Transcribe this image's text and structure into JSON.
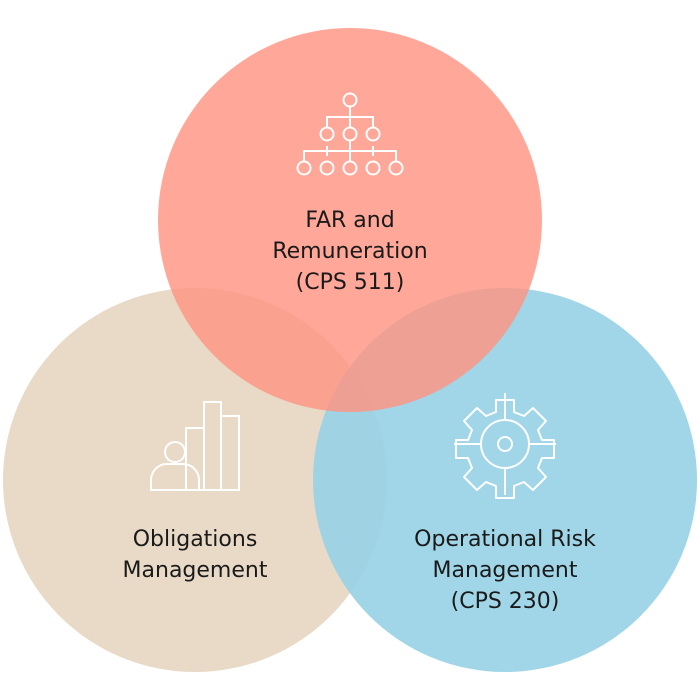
{
  "circles": [
    {
      "id": "far",
      "color": "#ff9a8b",
      "lines": [
        "FAR and",
        "Remuneration",
        "(CPS 511)"
      ],
      "icon": "org-chart-icon"
    },
    {
      "id": "obligations",
      "color": "#e6d6c1",
      "lines": [
        "Obligations",
        "Management"
      ],
      "icon": "person-bar-chart-icon"
    },
    {
      "id": "oprisk",
      "color": "#98d3e5",
      "lines": [
        "Operational Risk",
        "Management",
        "(CPS 230)"
      ],
      "icon": "gear-icon"
    }
  ]
}
